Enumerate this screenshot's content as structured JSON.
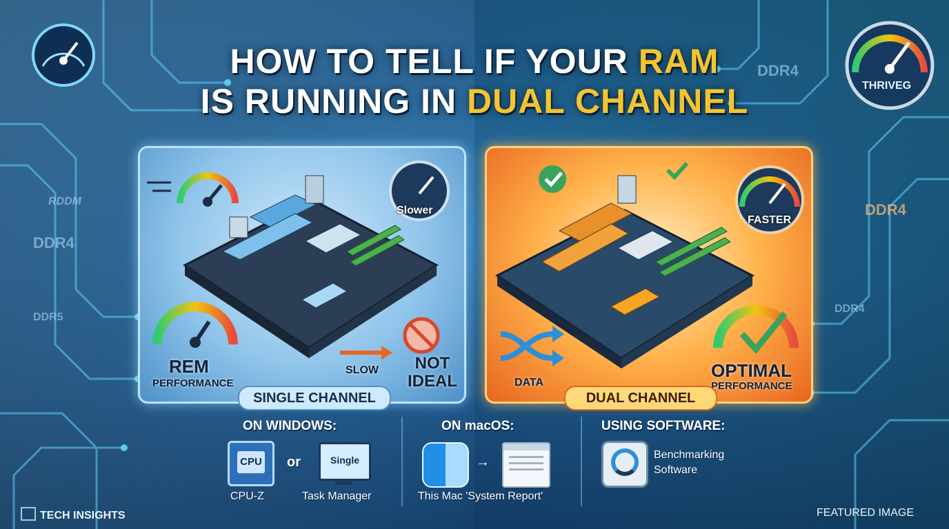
{
  "title": {
    "line1_a": "HOW TO TELL IF YOUR ",
    "line1_b": "RAM",
    "line2_a": "IS RUNNING IN ",
    "line2_b": "DUAL CHANNEL"
  },
  "background_labels": {
    "left_1": "DDR4",
    "left_2": "DDR5",
    "left_3": "RDDM",
    "right_1": "DDR4",
    "right_2": "DDR4",
    "right_3": "DDR4",
    "gauge_top_right": "THRIVEG"
  },
  "single_panel": {
    "badge": "Slower",
    "performance_title": "REM",
    "performance_sub": "PERFORMANCE",
    "slow": "SLOW",
    "not_ideal_1": "NOT",
    "not_ideal_2": "IDEAL",
    "pill": "SINGLE CHANNEL"
  },
  "dual_panel": {
    "badge": "FASTER",
    "data": "DATA",
    "optimal_title": "OPTIMAL",
    "optimal_sub": "PERFORMANCE",
    "pill": "DUAL CHANNEL"
  },
  "sections": {
    "windows": {
      "heading": "ON WINDOWS:",
      "cpu_icon_text": "CPU",
      "or": "or",
      "monitor_text": "Single",
      "caption_1": "CPU-Z",
      "caption_2": "Task Manager"
    },
    "macos": {
      "heading": "ON macOS:",
      "caption": "This Mac  'System Report'"
    },
    "software": {
      "heading": "USING SOFTWARE:",
      "caption_1": "Benchmarking",
      "caption_2": "Software"
    }
  },
  "footer": {
    "brand": "TECH INSIGHTS",
    "featured": "FEATURED IMAGE"
  },
  "colors": {
    "highlight": "#f4c430",
    "single_panel": "#8fc4ea",
    "dual_panel": "#ffb14a"
  }
}
